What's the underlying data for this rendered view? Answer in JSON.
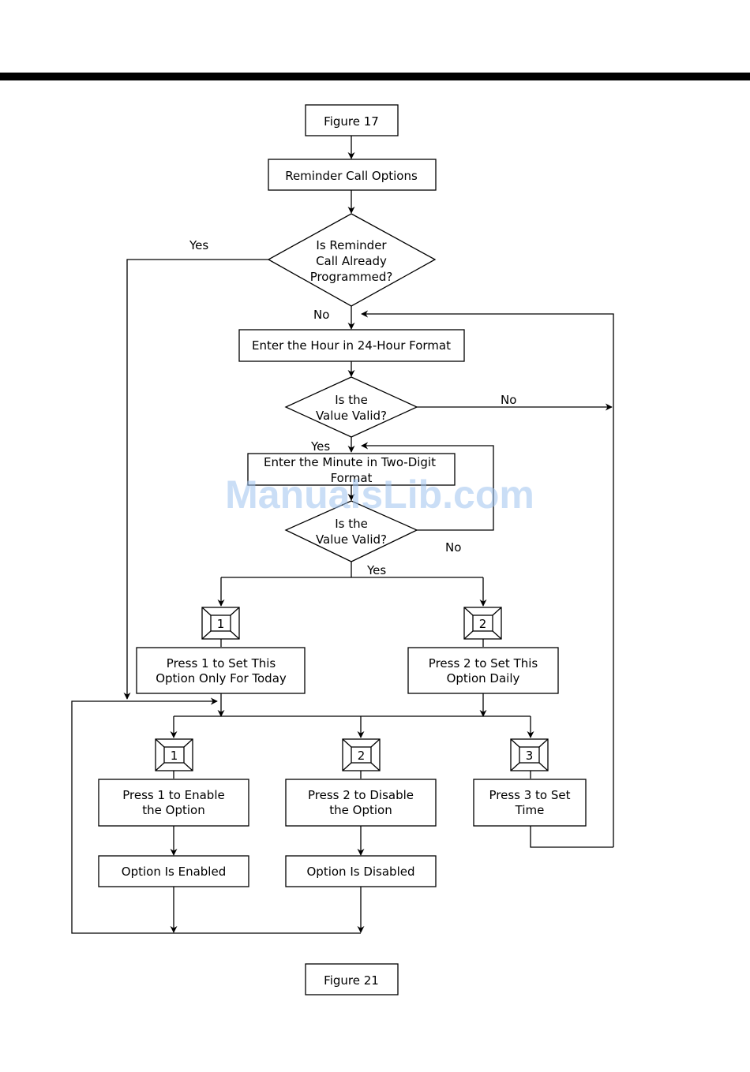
{
  "header_rule_color": "#000000",
  "watermark": "ManualsLib.com",
  "watermark_color": "#9ec3ee",
  "nodes": {
    "figure17": "Figure 17",
    "reminder_options": "Reminder Call Options",
    "q_programmed": [
      "Is Reminder",
      "Call Already",
      "Programmed?"
    ],
    "enter_hour": "Enter the Hour in 24-Hour Format",
    "q_hour_valid": [
      "Is the",
      "Value Valid?"
    ],
    "enter_minute": [
      "Enter the Minute in Two-Digit",
      "Format"
    ],
    "q_minute_valid": [
      "Is the",
      "Value Valid?"
    ],
    "key1_top": "1",
    "key2_top": "2",
    "set_today": [
      "Press 1 to Set This",
      "Option Only For Today"
    ],
    "set_daily": [
      "Press 2 to Set This",
      "Option Daily"
    ],
    "key1_bottom": "1",
    "key2_bottom": "2",
    "key3_bottom": "3",
    "enable": [
      "Press 1 to Enable",
      "the Option"
    ],
    "disable": [
      "Press 2 to Disable",
      "the Option"
    ],
    "set_time": [
      "Press 3 to Set",
      "Time"
    ],
    "enabled": "Option Is Enabled",
    "disabled": "Option Is Disabled",
    "figure21": "Figure 21"
  },
  "labels": {
    "yes_programmed": "Yes",
    "no_programmed": "No",
    "no_hour": "No",
    "yes_hour": "Yes",
    "no_minute": "No",
    "yes_minute": "Yes"
  }
}
